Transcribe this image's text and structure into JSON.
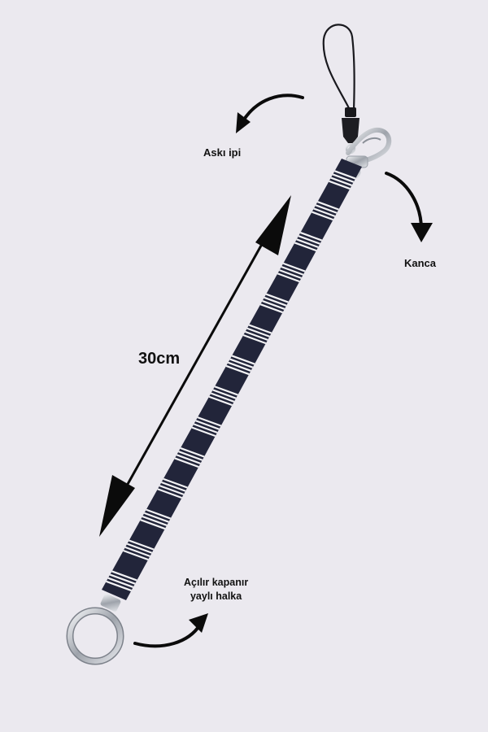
{
  "labels": {
    "strap": "Askı ipi",
    "hook": "Kanca",
    "length": "30cm",
    "ring_line1": "Açılır kapanır",
    "ring_line2": "yaylı halka"
  },
  "colors": {
    "background": "#ebe9ef",
    "strap_navy": "#22253a",
    "stripe_white": "#f3f3f5",
    "metal": "#c9ccd2",
    "ink": "#111111"
  }
}
